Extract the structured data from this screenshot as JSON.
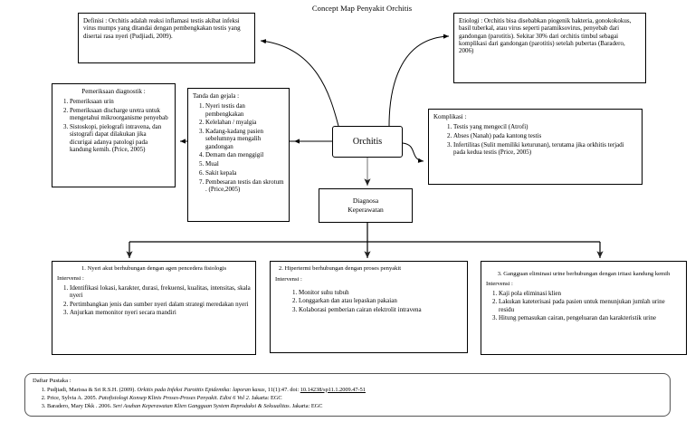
{
  "title": "Concept Map Penyakit Orchitis",
  "center": {
    "main_node": "Orchitis",
    "diagnosa_line1": "Diagnosa",
    "diagnosa_line2": "Keperawatan"
  },
  "definisi": {
    "text": "Definisi : Orchitis adalah reaksi inflamasi testis akibat infeksi virus mumps yang ditandai dengan pembengkakan testis yang disertai rasa nyeri (Pudjiadi, 2009)."
  },
  "etiologi": {
    "text": "Etiologi : Orchitis bisa disebabkan piogenik bakteria, gonokokokus, basil tuberkal, atau virus seperti paramiksovirus, penyebab dari gandongan (parotitis). Sekitar 30% dari orchitis timbul sebagai komplikasi dari gandongan (parotitis) setelah pubertas (Baradero, 2006)"
  },
  "pemeriksaan": {
    "header": "Pemeriksaan diagnostik :",
    "items": [
      "Pemeriksaan urin",
      "Pemeriksaan discharge uretra untuk mengetahui mikroorganisme penyebab",
      "Sistoskopi, pielografi intravena, dan sistografi dapat dilakukan jika dicurigai adanya patologi pada kandung kemih. (Price, 2005)"
    ]
  },
  "tanda": {
    "header": "Tanda dan gejala :",
    "items": [
      "Nyeri testis dan pembengkakan",
      "Kelelahan / myalgia",
      "Kadang-kadang pasien sebelumnya mengalih gandongan",
      "Demam dan menggigil",
      "Mual",
      "Sakit kepala",
      "Pembesaran testis dan skrotum . (Price,2005)"
    ]
  },
  "komplikasi": {
    "header": "Komplikasi :",
    "items": [
      "Testis yang mengecil (Atrofi)",
      "Abses (Nanah) pada kantong testis",
      "Infertilitas (Sulit memiliki keturunan), terutama jika orkhitis terjadi pada kedua testis (Price, 2005)"
    ]
  },
  "dx1": {
    "heading": "1.   Nyeri akut berhubungan dengan agen pencedera fisiologis",
    "intervensi_label": "Intervensi :",
    "items": [
      "Identifikasi lokasi, karakter, durasi, frekuensi, kualitas, intensitas, skala nyeri",
      "Pertimbangkan jenis dan sumber nyeri dalam strategi meredakan nyeri",
      "Anjurkan memonitor nyeri secara mandiri"
    ]
  },
  "dx2": {
    "heading": "2. Hipertermi berhubungan dengan proses penyakit",
    "intervensi_label": "Intervensi :",
    "items": [
      "Monitor suhu tubuh",
      "Longgarkan dan atau lepaskan pakaian",
      "Kolaborasi pemberian cairan elektrolit intravena"
    ]
  },
  "dx3": {
    "heading": "3. Gangguan eliminasi urine berhubungan dengan iritasi kandung kemih",
    "intervensi_label": "Intervensi :",
    "items": [
      "Kaji pola eliminasi klien",
      "Lakukan kateterisasi pada pasien untuk menunjukan jumlah urine residu",
      "Hitung pemasukan cairan, pengeluaran dan karakteristik urine"
    ]
  },
  "daftar_pustaka": {
    "header": "Daftar Pustaka :",
    "refs": [
      {
        "plain1": "Pudjiadi, Marissa &  Sri R.S.H. (2009). ",
        "italic": "Orkitis pada Infeksi Parotitis Epidemika: laporan kasus,",
        "plain2": " 11(1):47. doi: ",
        "link": "10.14238/sp11.1.2009.47-51"
      },
      {
        "plain1": "Price, Sylvia A. 2005. ",
        "italic": "Patofisiologi Konsep Klinis Proses-Proses Penyakit. Edisi 6 Vol 2.",
        "plain2": " Jakarta: EGC",
        "link": ""
      },
      {
        "plain1": "Baradero, Mary Dkk . 2006. ",
        "italic": "Seri Asuhan Keperawatan Klien Gangguan System Reproduksi & Seksualitas",
        "plain2": ". Jakarta: EGC",
        "link": ""
      }
    ]
  },
  "colors": {
    "stroke": "#000000",
    "background": "#ffffff",
    "box_border": "#000000",
    "ref_border": "#555555"
  }
}
